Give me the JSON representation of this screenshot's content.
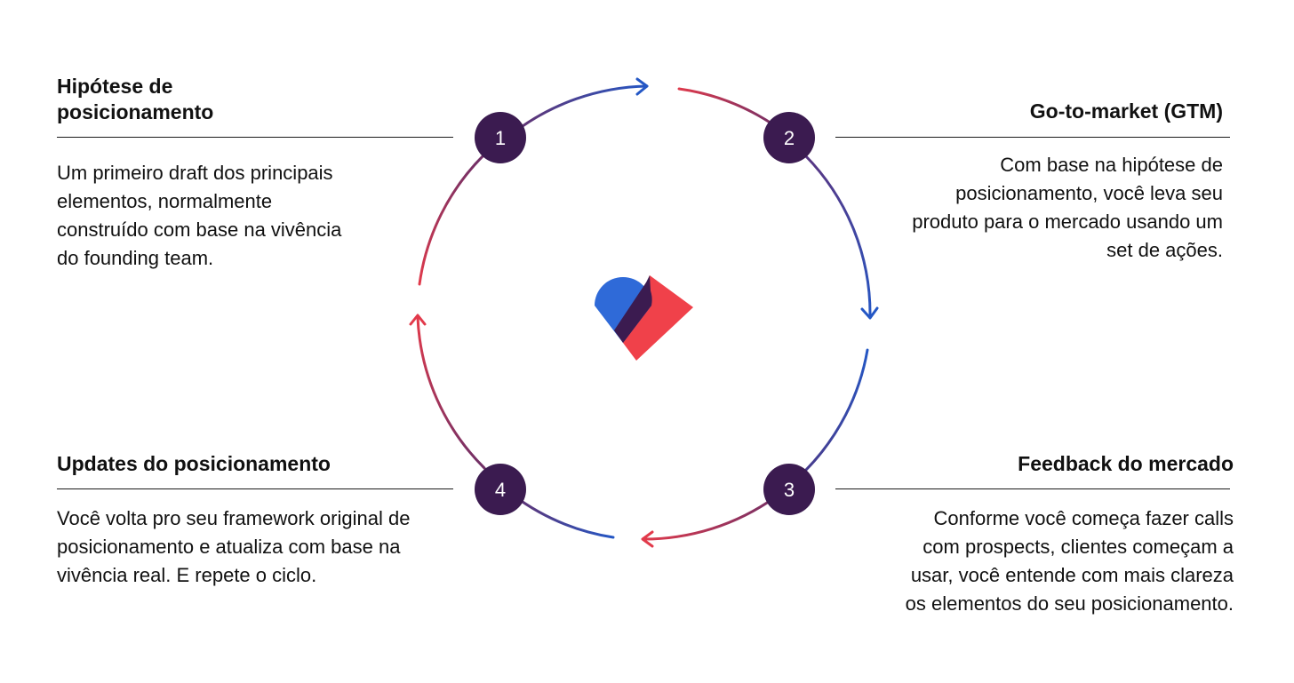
{
  "steps": [
    {
      "number": "1",
      "title": "Hipótese de posicionamento",
      "description": "Um primeiro draft dos principais elementos, normalmente construído com base na vivência do founding team."
    },
    {
      "number": "2",
      "title": "Go-to-market (GTM)",
      "description": "Com base na hipótese de posicionamento, você leva seu produto para o mercado usando um set de ações."
    },
    {
      "number": "3",
      "title": "Feedback do mercado",
      "description": "Conforme você começa fazer calls com prospects, clientes começam a usar, você entende com mais clareza os elementos do seu posicionamento."
    },
    {
      "number": "4",
      "title": "Updates do posicionamento",
      "description": "Você volta pro seu framework original de posicionamento e atualiza com base na vivência real. E repete o ciclo."
    }
  ],
  "colors": {
    "node_fill": "#3b1b50",
    "arc_red": "#e23a4b",
    "arc_blue": "#2457c5",
    "logo_blue": "#2f6ad8",
    "logo_red": "#f0414a",
    "logo_overlap": "#3b1b50",
    "text": "#111111"
  },
  "icons": [
    "heart-logo-icon",
    "arrow-right-icon",
    "arrow-down-icon",
    "arrow-left-icon",
    "arrow-up-icon"
  ]
}
